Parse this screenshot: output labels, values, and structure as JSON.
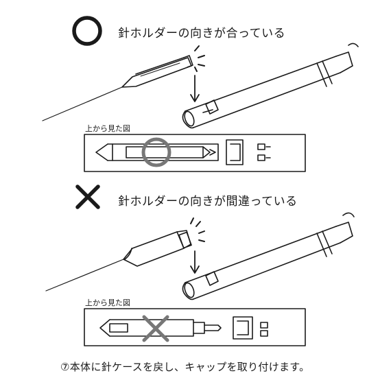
{
  "section_correct": {
    "heading": "針ホルダーの向きが合っている",
    "view_label": "上から見た図"
  },
  "section_wrong": {
    "heading": "針ホルダーの向きが間違っている",
    "view_label": "上から見た図"
  },
  "footer": {
    "instruction": "⑦本体に針ケースを戻し、キャップを取り付けます。"
  },
  "colors": {
    "line": "#1a1a1a",
    "mark_gray": "#777777",
    "panel_bg": "#ffffff"
  }
}
